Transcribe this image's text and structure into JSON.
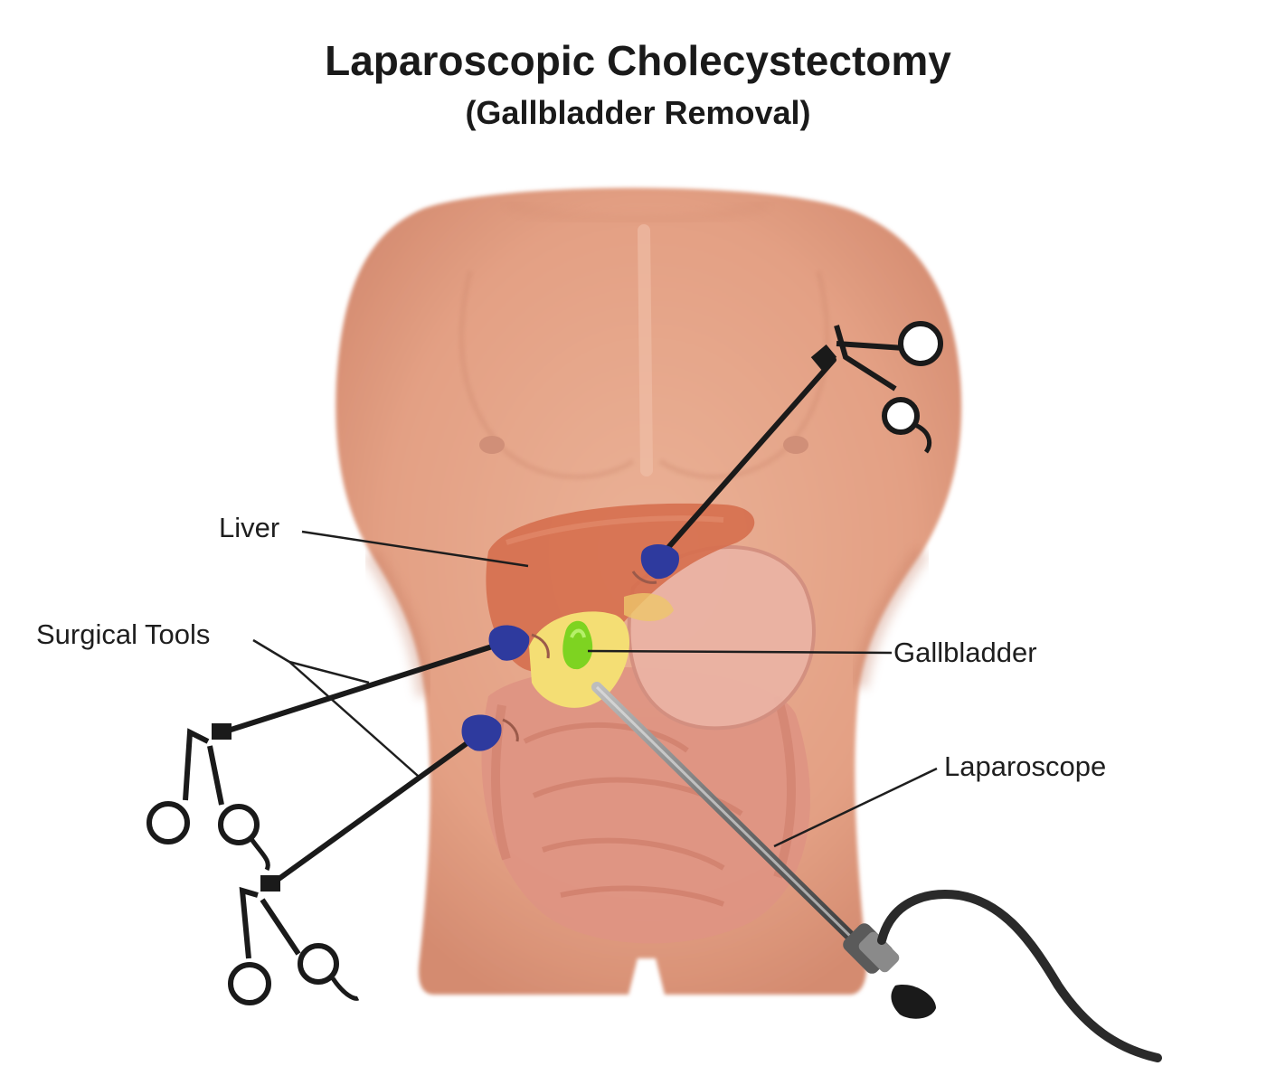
{
  "title": "Laparoscopic Cholecystectomy",
  "subtitle": "(Gallbladder Removal)",
  "labels": {
    "liver": "Liver",
    "surgical_tools": "Surgical Tools",
    "gallbladder": "Gallbladder",
    "laparoscope": "Laparoscope"
  },
  "colors": {
    "skin": "#e8a88c",
    "skin_shadow": "#c98268",
    "liver": "#d9765a",
    "stomach": "#e9b1a3",
    "intestine": "#e39a88",
    "gallbladder": "#7ed321",
    "bile_area": "#f6e27a",
    "port": "#2e3a9e",
    "instrument": "#1a1a1a",
    "scope": "#8a8a8a"
  },
  "icons": [
    "surgical-grasper-icon",
    "laparoscope-camera-icon",
    "trocar-port-icon"
  ]
}
